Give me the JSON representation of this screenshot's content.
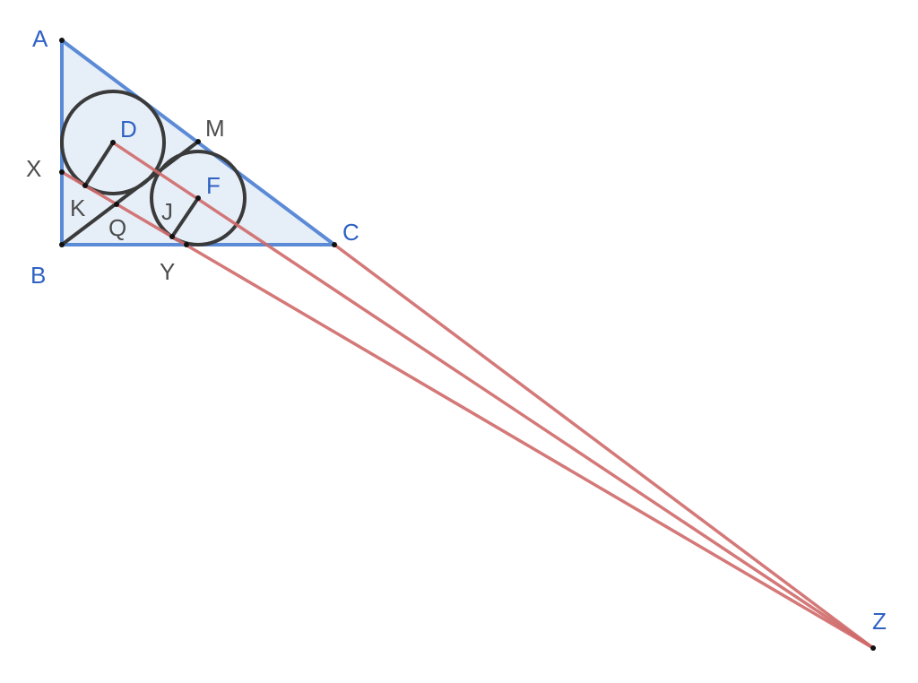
{
  "colors": {
    "triangle_stroke": "#5b8ad6",
    "triangle_fill": "#e6eef8",
    "red_line": "#d06a6a",
    "black_line": "#3a3a3a",
    "blue_label": "#2f62c4",
    "gray_label": "#4d4d4d"
  },
  "points": {
    "A": "A",
    "B": "B",
    "C": "C",
    "D": "D",
    "F": "F",
    "Z": "Z",
    "M": "M",
    "X": "X",
    "K": "K",
    "Q": "Q",
    "J": "J",
    "Y": "Y"
  }
}
